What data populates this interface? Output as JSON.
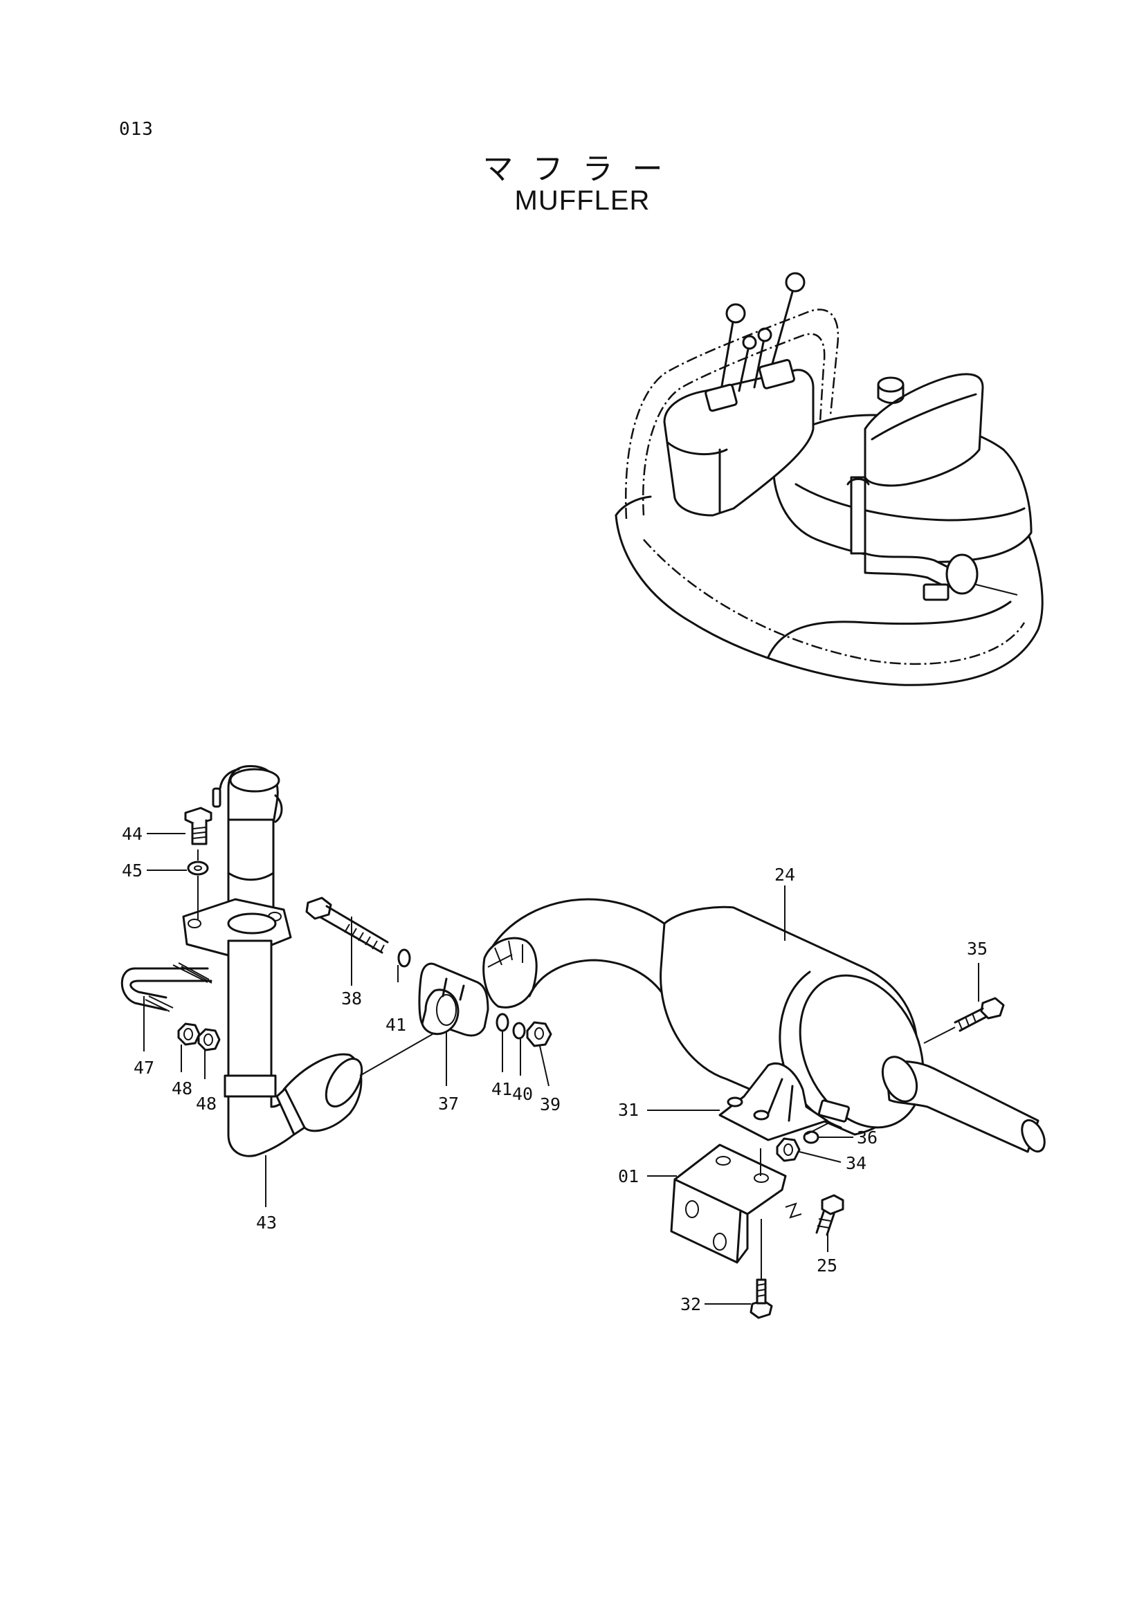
{
  "page": {
    "code": "013",
    "title_jp": "マフラー",
    "title_en": "MUFFLER"
  },
  "callouts": [
    {
      "id": "c44",
      "label": "44"
    },
    {
      "id": "c45",
      "label": "45"
    },
    {
      "id": "c38",
      "label": "38"
    },
    {
      "id": "c41a",
      "label": "41"
    },
    {
      "id": "c47",
      "label": "47"
    },
    {
      "id": "c48a",
      "label": "48"
    },
    {
      "id": "c48b",
      "label": "48"
    },
    {
      "id": "c37",
      "label": "37"
    },
    {
      "id": "c41b",
      "label": "41"
    },
    {
      "id": "c40",
      "label": "40"
    },
    {
      "id": "c39",
      "label": "39"
    },
    {
      "id": "c43",
      "label": "43"
    },
    {
      "id": "c24",
      "label": "24"
    },
    {
      "id": "c35",
      "label": "35"
    },
    {
      "id": "c31",
      "label": "31"
    },
    {
      "id": "c36",
      "label": "36"
    },
    {
      "id": "c34",
      "label": "34"
    },
    {
      "id": "c01",
      "label": "01"
    },
    {
      "id": "c25",
      "label": "25"
    },
    {
      "id": "c32",
      "label": "32"
    }
  ]
}
